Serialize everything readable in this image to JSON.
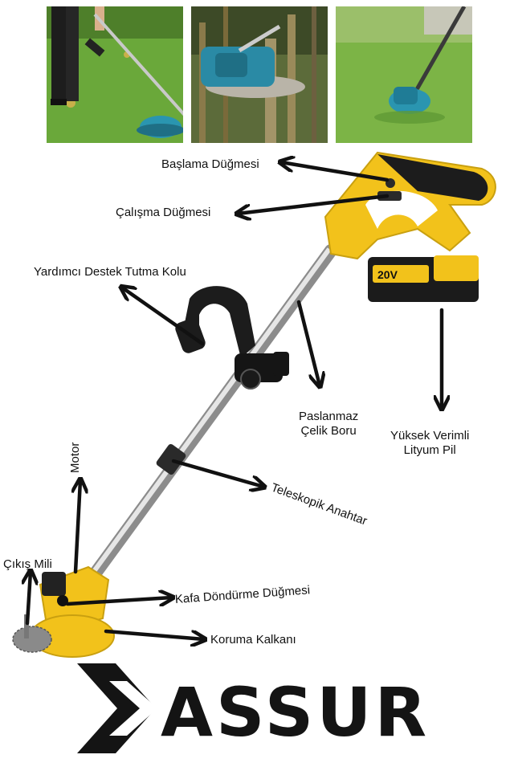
{
  "photos": [
    {
      "name": "usage-photo-person-trimming"
    },
    {
      "name": "usage-photo-cutting-blade"
    },
    {
      "name": "usage-photo-grass-trimming"
    }
  ],
  "battery_badge": "20V",
  "labels": {
    "start_button": "Başlama Düğmesi",
    "run_button": "Çalışma Düğmesi",
    "aux_handle": "Yardımcı Destek Tutma Kolu",
    "steel_pipe": "Paslanmaz\nÇelik Boru",
    "battery": "Yüksek Verimli\nLityum Pil",
    "motor": "Motor",
    "telescopic_switch": "Teleskopik Anahtar",
    "output_shaft": "Çıkış Mili",
    "head_rotation_button": "Kafa Döndürme Düğmesi",
    "guard": "Koruma Kalkanı"
  },
  "brand": {
    "name": "ASSUR"
  },
  "colors": {
    "accent_yellow": "#f2c21b",
    "dark": "#1a1a1a",
    "grass": "#5f9a35",
    "teal": "#2a95b0"
  }
}
